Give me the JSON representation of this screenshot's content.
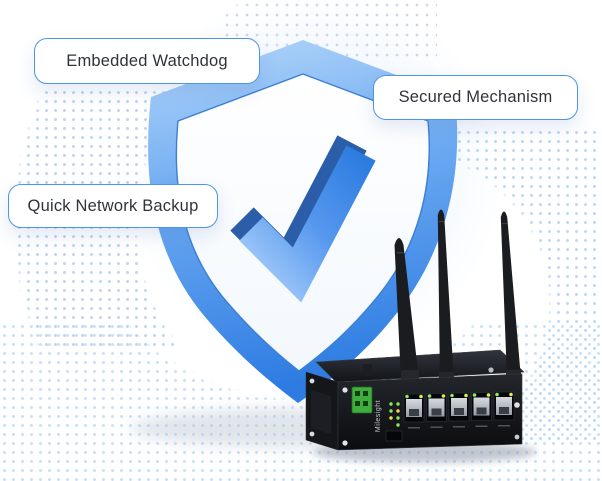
{
  "scene": {
    "description": "Security feature illustration with shield, checkmark and industrial router",
    "callouts": [
      {
        "text": "Embedded Watchdog"
      },
      {
        "text": "Secured Mechanism"
      },
      {
        "text": "Quick Network Backup"
      }
    ],
    "shield": {
      "symbol": "checkmark",
      "rim_color_top": "#b5d7fa",
      "rim_color_mid": "#6ba9f1",
      "rim_color_bottom": "#2e7ce2",
      "inner_color": "#fdfeff",
      "check_color_light": "#a6cdf9",
      "check_color_deep": "#2b7ce0",
      "check_side_color": "#2c5da9"
    },
    "router": {
      "brand": "Milesight",
      "ethernet_ports": 5,
      "antennas": 3,
      "led_color": "#8ee85e",
      "led_color_alt": "#ffd955",
      "terminal_block_color": "#3fae3f",
      "body_color": "#15171c"
    },
    "background": {
      "dot_arc_color": "#b3d3f6",
      "top_dot_color": "#c9cbe6"
    }
  }
}
